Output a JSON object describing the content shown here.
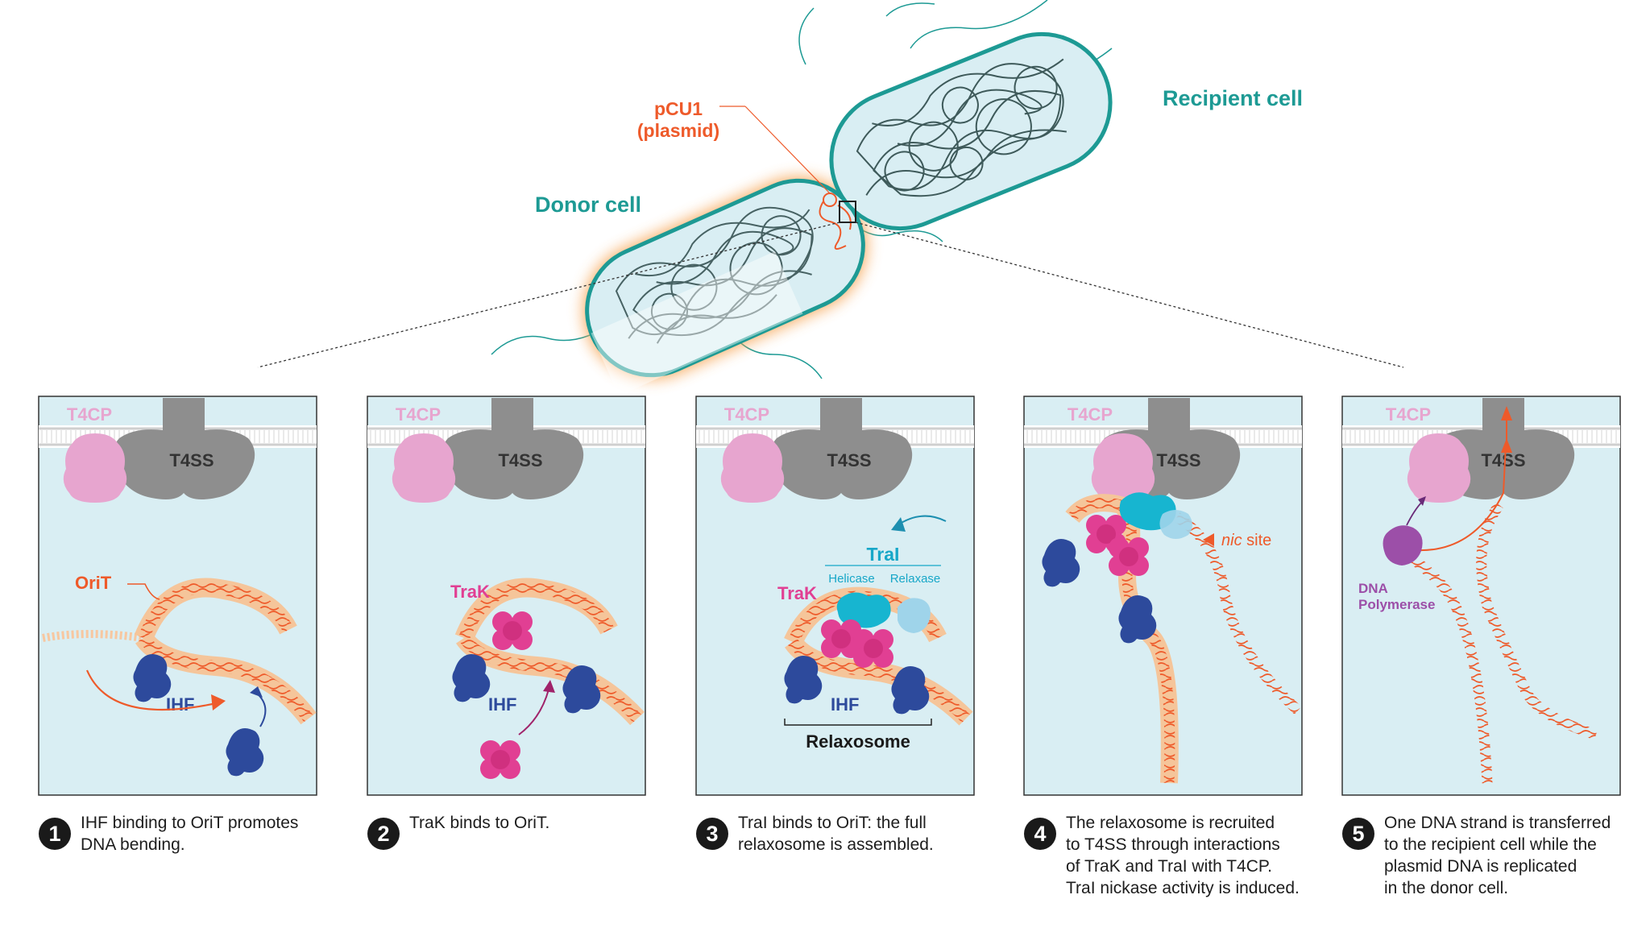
{
  "colors": {
    "teal": "#1d9a94",
    "orange": "#ee5a2a",
    "pink": "#e7a5cf",
    "magenta": "#e13f93",
    "cyan": "#17b5d0",
    "light_cyan": "#9fd4ea",
    "ihf_blue": "#2d4a9c",
    "t4ss_gray": "#8e8e8e",
    "panel_bg": "#d9eef3",
    "polymerase_purple": "#9c4fa8"
  },
  "overview": {
    "plasmid_label_line1": "pCU1",
    "plasmid_label_line2": "(plasmid)",
    "donor_label": "Donor cell",
    "recipient_label": "Recipient cell"
  },
  "panels": [
    {
      "t4cp": "T4CP",
      "t4ss": "T4SS",
      "orit": "OriT",
      "ihf": "IHF",
      "caption_number": "1",
      "caption_lines": [
        "IHF binding to OriT promotes",
        "DNA bending."
      ]
    },
    {
      "t4cp": "T4CP",
      "t4ss": "T4SS",
      "trak": "TraK",
      "ihf": "IHF",
      "caption_number": "2",
      "caption_lines": [
        "TraK binds to OriT."
      ]
    },
    {
      "t4cp": "T4CP",
      "t4ss": "T4SS",
      "trai": "TraI",
      "helicase": "Helicase",
      "relaxase": "Relaxase",
      "trak": "TraK",
      "ihf": "IHF",
      "relaxosome": "Relaxosome",
      "caption_number": "3",
      "caption_lines": [
        "TraI binds to OriT: the full",
        "relaxosome is assembled."
      ]
    },
    {
      "t4cp": "T4CP",
      "t4ss": "T4SS",
      "nic_italic": "nic",
      "nic_rest": " site",
      "caption_number": "4",
      "caption_lines": [
        "The relaxosome is recruited",
        "to T4SS through interactions",
        "of TraK and TraI with T4CP.",
        "TraI nickase activity is induced."
      ]
    },
    {
      "t4cp": "T4CP",
      "t4ss": "T4SS",
      "dna_pol_line1": "DNA",
      "dna_pol_line2": "Polymerase",
      "caption_number": "5",
      "caption_lines": [
        "One DNA strand is transferred",
        "to the recipient cell while the",
        "plasmid DNA is replicated",
        "in the donor cell."
      ]
    }
  ]
}
